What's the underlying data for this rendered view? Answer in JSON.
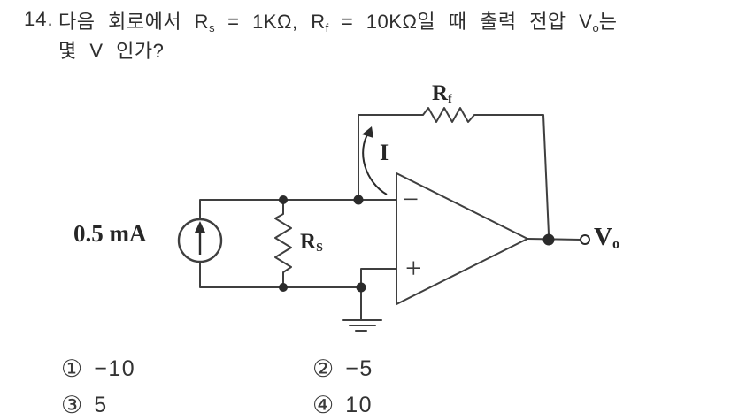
{
  "question": {
    "number": "14.",
    "line1": [
      {
        "t": "다음 회로에서 R"
      },
      {
        "t": "s",
        "sub": true
      },
      {
        "t": " = 1KΩ, R"
      },
      {
        "t": "f",
        "sub": true
      },
      {
        "t": " = 10KΩ일 때 출력 전압 V"
      },
      {
        "t": "o",
        "sub": true
      },
      {
        "t": "는"
      }
    ],
    "line2": "몇 V 인가?"
  },
  "circuit": {
    "source_label": "0.5 mA",
    "rs_label": {
      "base": "R",
      "sub": "S"
    },
    "rf_label": {
      "base": "R",
      "sub": "f"
    },
    "current_label": "I",
    "output_label": {
      "base": "V",
      "sub": "o"
    },
    "opamp_minus": "−",
    "opamp_plus": "+"
  },
  "options": [
    {
      "marker": "①",
      "value": "−10"
    },
    {
      "marker": "②",
      "value": "−5"
    },
    {
      "marker": "③",
      "value": "5"
    },
    {
      "marker": "④",
      "value": "10"
    }
  ],
  "colors": {
    "ink": "#3f3f3f",
    "node": "#2b2b2b",
    "background": "#ffffff"
  }
}
